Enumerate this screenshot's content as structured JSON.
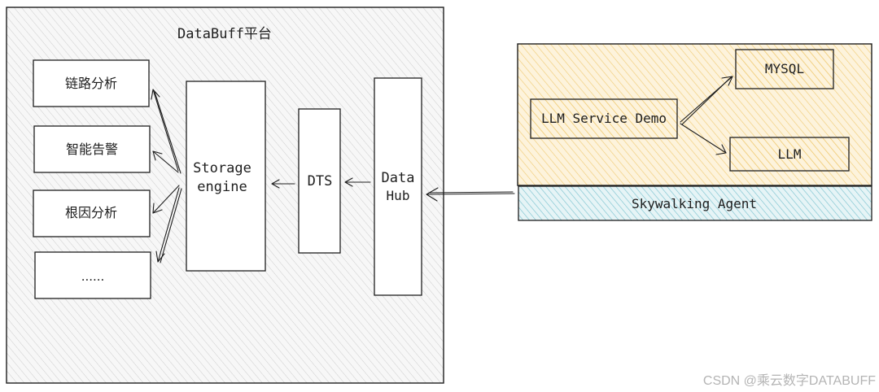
{
  "platform": {
    "title": "DataBuff平台",
    "features": [
      "链路分析",
      "智能告警",
      "根因分析",
      "......"
    ],
    "storage_line1": "Storage",
    "storage_line2": "engine",
    "dts": "DTS",
    "datahub_line1": "Data",
    "datahub_line2": "Hub"
  },
  "app": {
    "service": "LLM Service Demo",
    "mysql": "MYSQL",
    "llm": "LLM",
    "agent": "Skywalking Agent"
  },
  "colors": {
    "outline": "#1e1e1e",
    "platform_hatch": "#c9c9c9",
    "app_hatch": "#f0cc78",
    "app_fill": "#fdf3dc",
    "agent_hatch": "#7cc3cf",
    "agent_fill": "#e6f4f6"
  },
  "watermark": "CSDN @乘云数字DATABUFF"
}
